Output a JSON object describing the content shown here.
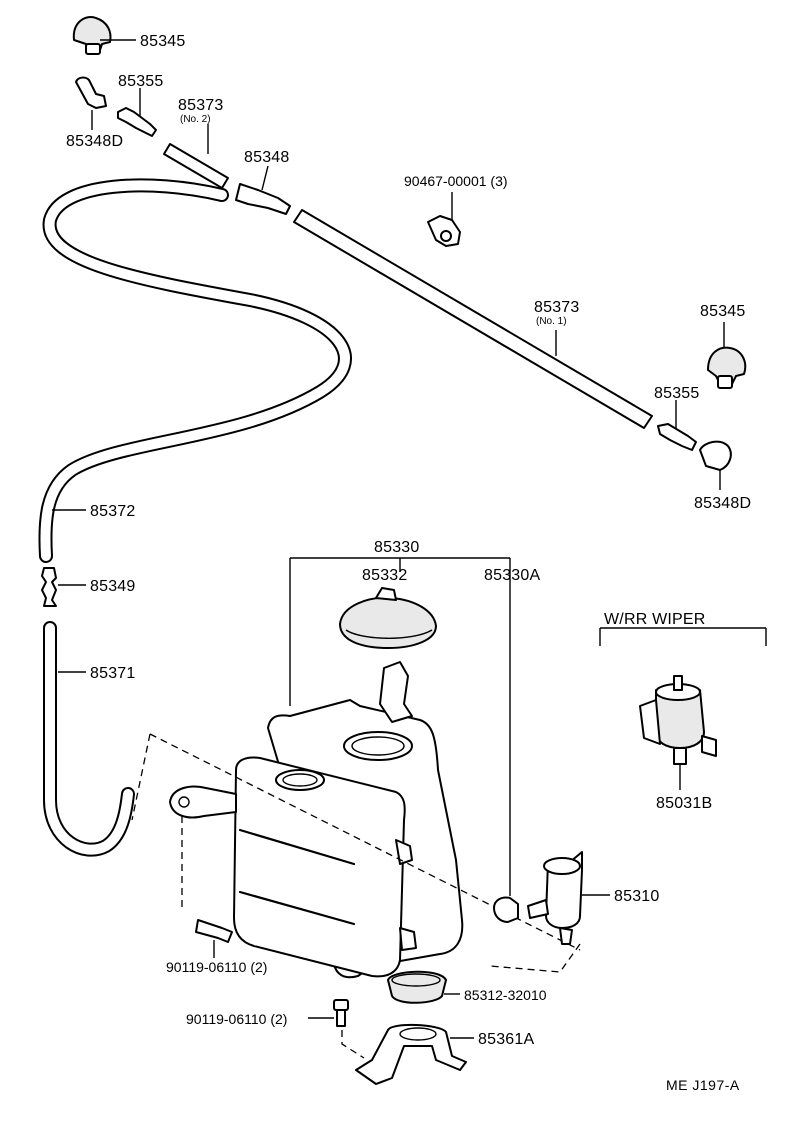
{
  "diagram_code": "ME  J197-A",
  "labels": {
    "nozzle_top": "85345",
    "joint_top": "85355",
    "elbow_top": "85348D",
    "hose_no2": "85373",
    "hose_no2_sub": "(No. 2)",
    "tee": "85348",
    "clamp": "90467-00001 (3)",
    "hose_no1": "85373",
    "hose_no1_sub": "(No. 1)",
    "nozzle_right": "85345",
    "joint_right": "85355",
    "elbow_right": "85348D",
    "hose_long": "85372",
    "connector": "85349",
    "hose_lower": "85371",
    "tank_assy": "85330",
    "cap": "85332",
    "tank_sub": "85330A",
    "rr_wiper_heading": "W/RR  WIPER",
    "rear_pump": "85031B",
    "pump": "85310",
    "bolt_left": "90119-06110 (2)",
    "grommet": "85312-32010",
    "bolt_bottom": "90119-06110 (2)",
    "bracket": "85361A"
  }
}
